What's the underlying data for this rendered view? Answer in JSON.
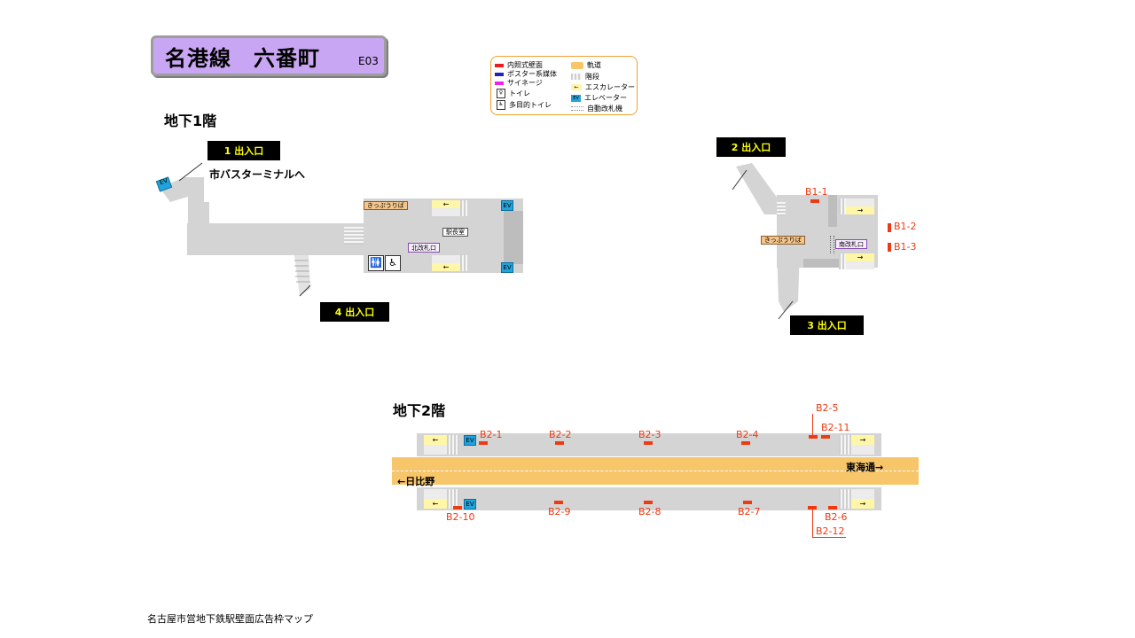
{
  "title": {
    "line_station": "名港線　六番町",
    "code": "E03"
  },
  "legend": {
    "items_left": [
      {
        "label": "内照式壁面",
        "color": "#ee1c1c"
      },
      {
        "label": "ポスター系媒体",
        "color": "#1c22c8"
      },
      {
        "label": "サイネージ",
        "color": "#f21ef2"
      },
      {
        "label": "トイレ",
        "icon": "toilet-icon"
      },
      {
        "label": "多目的トイレ",
        "icon": "accessible-toilet-icon"
      }
    ],
    "items_right": [
      {
        "label": "軌道",
        "icon": "track-icon"
      },
      {
        "label": "階段",
        "icon": "stairs-icon"
      },
      {
        "label": "エスカレーター",
        "icon": "escalator-icon"
      },
      {
        "label": "エレベーター",
        "icon": "elevator-icon"
      },
      {
        "label": "自動改札機",
        "icon": "gate-icon"
      }
    ]
  },
  "b1": {
    "label": "地下1階",
    "exit1": "1 出入口",
    "exit2": "2 出入口",
    "exit3": "3 出入口",
    "exit4": "4 出入口",
    "bus_note": "市バスターミナルへ",
    "ev": "EV",
    "ticket": "きっぷうりば",
    "station_office": "駅長室",
    "north_gate": "北改札口",
    "south_gate": "南改札口",
    "ads": {
      "b1_1": "B1-1",
      "b1_2": "B1-2",
      "b1_3": "B1-3"
    }
  },
  "b2": {
    "label": "地下2階",
    "dir_east": "東海通→",
    "dir_west": "←日比野",
    "ev": "EV",
    "ads": {
      "b2_1": "B2-1",
      "b2_2": "B2-2",
      "b2_3": "B2-3",
      "b2_4": "B2-4",
      "b2_5": "B2-5",
      "b2_6": "B2-6",
      "b2_7": "B2-7",
      "b2_8": "B2-8",
      "b2_9": "B2-9",
      "b2_10": "B2-10",
      "b2_11": "B2-11",
      "b2_12": "B2-12"
    }
  },
  "footer": "名古屋市営地下鉄駅壁面広告枠マップ",
  "colors": {
    "ad_red": "#ee3a12",
    "title_purple": "#c9a6f3",
    "track": "#f8c66a",
    "elevator": "#23a3dc"
  }
}
